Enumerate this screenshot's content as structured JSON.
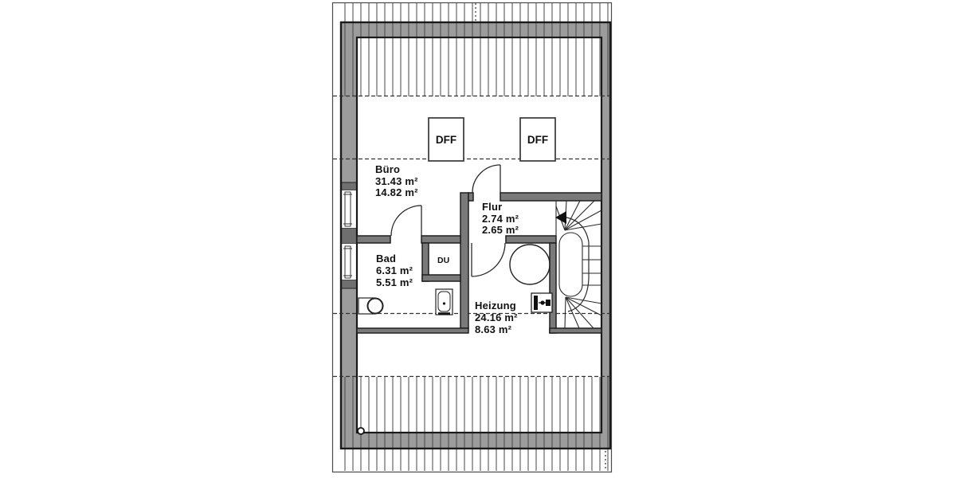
{
  "plan": {
    "type": "attic-floor-plan",
    "rooms": [
      {
        "id": "buero",
        "name": "Büro",
        "area_total": "31.43 m²",
        "area_counted": "14.82 m²"
      },
      {
        "id": "flur",
        "name": "Flur",
        "area_total": "2.74 m²",
        "area_counted": "2.65 m²"
      },
      {
        "id": "bad",
        "name": "Bad",
        "area_total": "6.31 m²",
        "area_counted": "5.51 m²"
      },
      {
        "id": "heizung",
        "name": "Heizung",
        "area_total": "24.16 m²",
        "area_counted": "8.63 m²"
      }
    ],
    "labels": {
      "shower": "DU",
      "roof_window": "DFF"
    },
    "colors": {
      "outer_wall_fill": "#9c9c9c",
      "interior_wall_fill": "#7a7a7a",
      "line": "#1f1f1f",
      "hatch": "#474747"
    }
  }
}
